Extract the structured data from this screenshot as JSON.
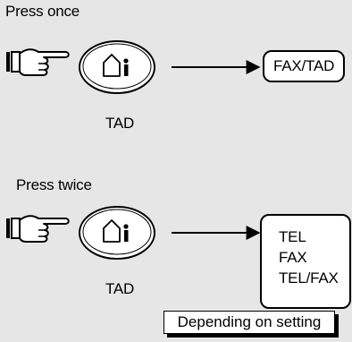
{
  "step1": {
    "instruction": "Press once",
    "button_label": "TAD",
    "result": "FAX/TAD"
  },
  "step2": {
    "instruction": "Press twice",
    "button_label": "TAD",
    "results": [
      "TEL",
      "FAX",
      "TEL/FAX"
    ],
    "note": "Depending on setting"
  },
  "icons": {
    "hand": "pointing-hand-icon",
    "button": "house-person-icon",
    "arrow": "arrow-right-icon"
  }
}
